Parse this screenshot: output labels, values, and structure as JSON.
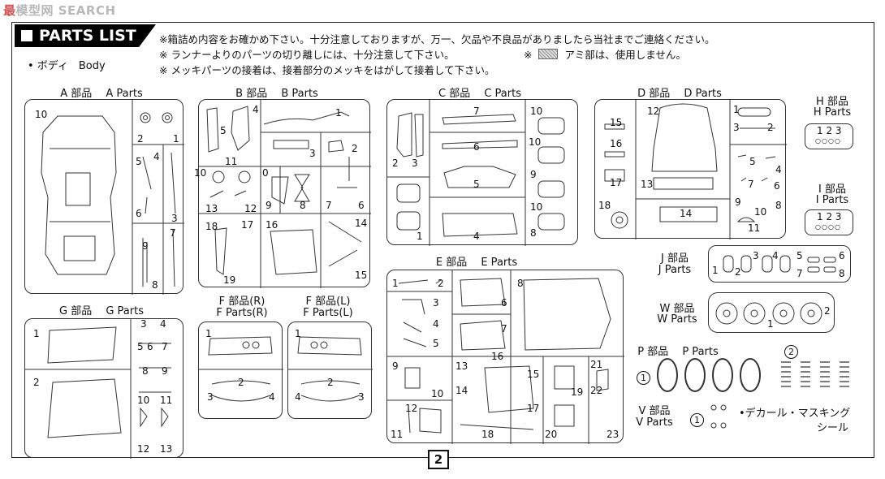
{
  "watermark": {
    "red": "最",
    "rest": "模型网  SEARCH"
  },
  "title": "PARTS LIST",
  "notes": [
    "※箱詰め内容をお確かめ下さい。十分注意しておりますが、万一、欠品や不良品がありましたら当社までご連絡ください。",
    "※ ランナーよりのパーツの切り離しには、十分注意して下さい。",
    "※ メッキパーツの接着は、接着部分のメッキをはがして接着して下さい。"
  ],
  "mesh_note": {
    "prefix": "※",
    "text": "アミ部は、使用しません。"
  },
  "body_label": "• ボディ　Body",
  "groups": {
    "A": "A 部品　 A Parts",
    "B": "B 部品　 B Parts",
    "C": "C 部品　 C Parts",
    "D": "D 部品　 D Parts",
    "H1": "H 部品",
    "H2": "H Parts",
    "I1": "I 部品",
    "I2": "I Parts",
    "J1": "J 部品",
    "J2": "J Parts",
    "W1": "W 部品",
    "W2": "W Parts",
    "G": "G 部品　 G Parts",
    "FR1": "F 部品(R)",
    "FR2": "F Parts(R)",
    "FL1": "F 部品(L)",
    "FL2": "F Parts(L)",
    "E": "E 部品　 E Parts",
    "P": "P 部品　 P Parts",
    "V1": "V 部品",
    "V2": "V Parts"
  },
  "decal": {
    "line1": "•デカール・マスキング",
    "line2": "シール"
  },
  "circled": {
    "one": "1",
    "two": "2"
  },
  "page_number": "2",
  "part_numbers": {
    "A": [
      "10",
      "2",
      "1",
      "5",
      "4",
      "6",
      "3",
      "9",
      "8",
      "7"
    ],
    "B": [
      "4",
      "1",
      "5",
      "2",
      "3",
      "11",
      "10",
      "0",
      "9",
      "8",
      "7",
      "6",
      "13",
      "12",
      "18",
      "17",
      "16",
      "14",
      "19",
      "15"
    ],
    "C": [
      "7",
      "10",
      "6",
      "10",
      "2",
      "3",
      "5",
      "9",
      "1",
      "4",
      "10",
      "8"
    ],
    "D": [
      "12",
      "1",
      "15",
      "3",
      "2",
      "16",
      "5",
      "4",
      "17",
      "13",
      "7",
      "6",
      "9",
      "10",
      "8",
      "18",
      "14",
      "11"
    ],
    "H": "1 2 3",
    "I": "1 2 3",
    "J": [
      "1",
      "2",
      "3",
      "4",
      "5",
      "6",
      "7",
      "8"
    ],
    "W": [
      "1",
      "2"
    ],
    "G": [
      "1",
      "3",
      "4",
      "5",
      "6",
      "7",
      "2",
      "8",
      "9",
      "10",
      "11",
      "12",
      "13"
    ],
    "F": [
      "1",
      "2",
      "3",
      "4"
    ],
    "E": [
      "1",
      "2",
      "8",
      "3",
      "6",
      "4",
      "5",
      "7",
      "9",
      "13",
      "14",
      "10",
      "16",
      "15",
      "21",
      "22",
      "19",
      "12",
      "17",
      "11",
      "18",
      "20",
      "23"
    ]
  }
}
